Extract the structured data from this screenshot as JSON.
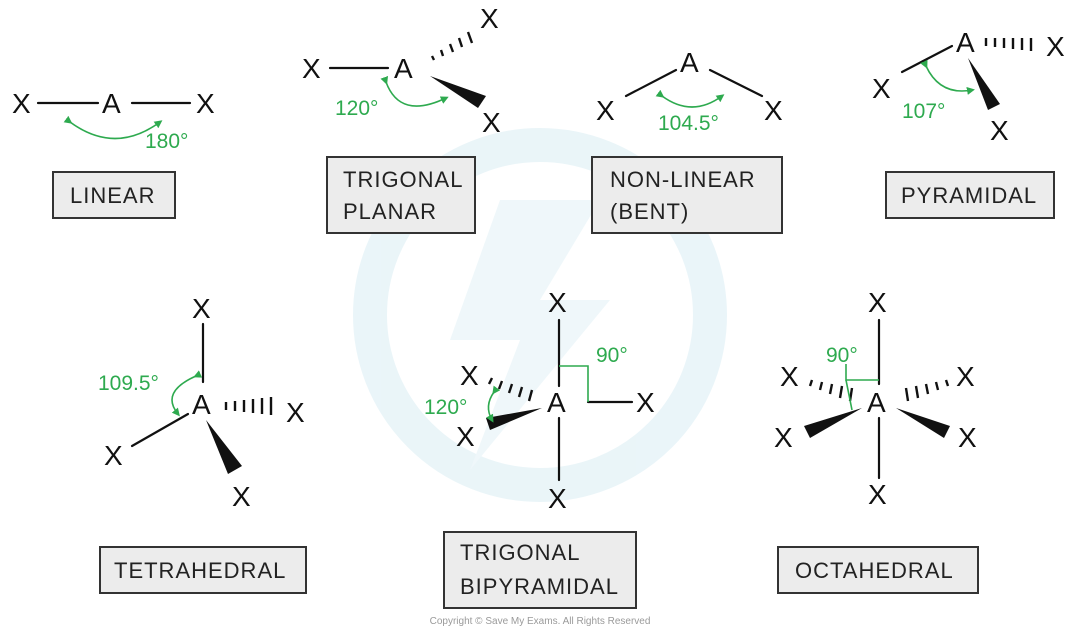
{
  "shapes": {
    "linear": {
      "label": "LINEAR",
      "angle": "180°",
      "centre": "A",
      "ligand": "X"
    },
    "trigonal_planar": {
      "label_line1": "TRIGONAL",
      "label_line2": "PLANAR",
      "angle": "120°",
      "centre": "A",
      "ligand": "X"
    },
    "non_linear": {
      "label_line1": "NON-LINEAR",
      "label_line2": "(BENT)",
      "angle": "104.5°",
      "centre": "A",
      "ligand": "X"
    },
    "pyramidal": {
      "label": "PYRAMIDAL",
      "angle": "107°",
      "centre": "A",
      "ligand": "X"
    },
    "tetrahedral": {
      "label": "TETRAHEDRAL",
      "angle": "109.5°",
      "centre": "A",
      "ligand": "X"
    },
    "trigonal_bipyramidal": {
      "label_line1": "TRIGONAL",
      "label_line2": "BIPYRAMIDAL",
      "angle_90": "90°",
      "angle_120": "120°",
      "centre": "A",
      "ligand": "X"
    },
    "octahedral": {
      "label": "OCTAHEDRAL",
      "angle": "90°",
      "centre": "A",
      "ligand": "X"
    }
  },
  "copyright": "Copyright © Save My Exams. All Rights Reserved",
  "colors": {
    "angle": "#2eaa4f",
    "bond": "#111111",
    "box_fill": "#ececec",
    "watermark": "#eef7fa"
  }
}
